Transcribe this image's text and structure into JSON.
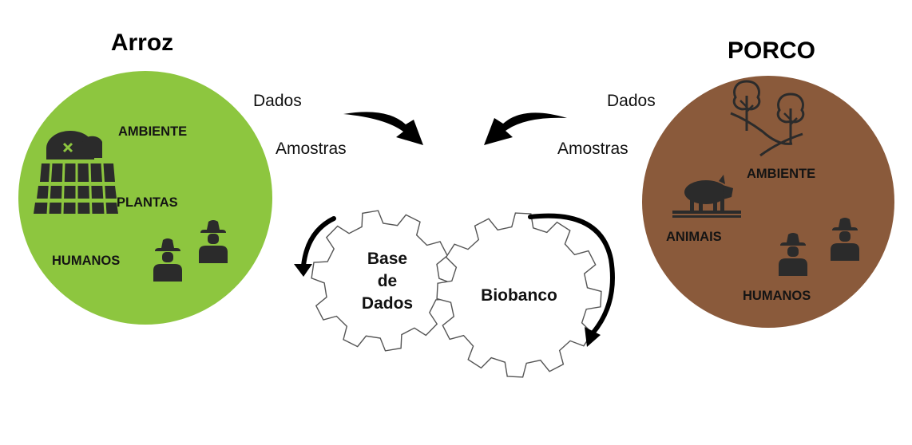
{
  "left_group": {
    "title": "Arroz",
    "labels": {
      "environment": "AMBIENTE",
      "plants": "PLANTAS",
      "humans": "HUMANOS"
    },
    "color": "#8dc63f"
  },
  "right_group": {
    "title": "PORCO",
    "labels": {
      "environment": "AMBIENTE",
      "animals": "ANIMAIS",
      "humans": "HUMANOS"
    },
    "color": "#8a5a3b"
  },
  "flows": {
    "left": {
      "data": "Dados",
      "samples": "Amostras"
    },
    "right": {
      "data": "Dados",
      "samples": "Amostras"
    }
  },
  "gears": {
    "database": {
      "lines": [
        "Base",
        "de",
        "Dados"
      ]
    },
    "biobank": {
      "label": "Biobanco"
    }
  },
  "icons": [
    "barn-icon",
    "farmer-icon",
    "trees-icon",
    "pig-icon",
    "curved-arrow-icon"
  ]
}
